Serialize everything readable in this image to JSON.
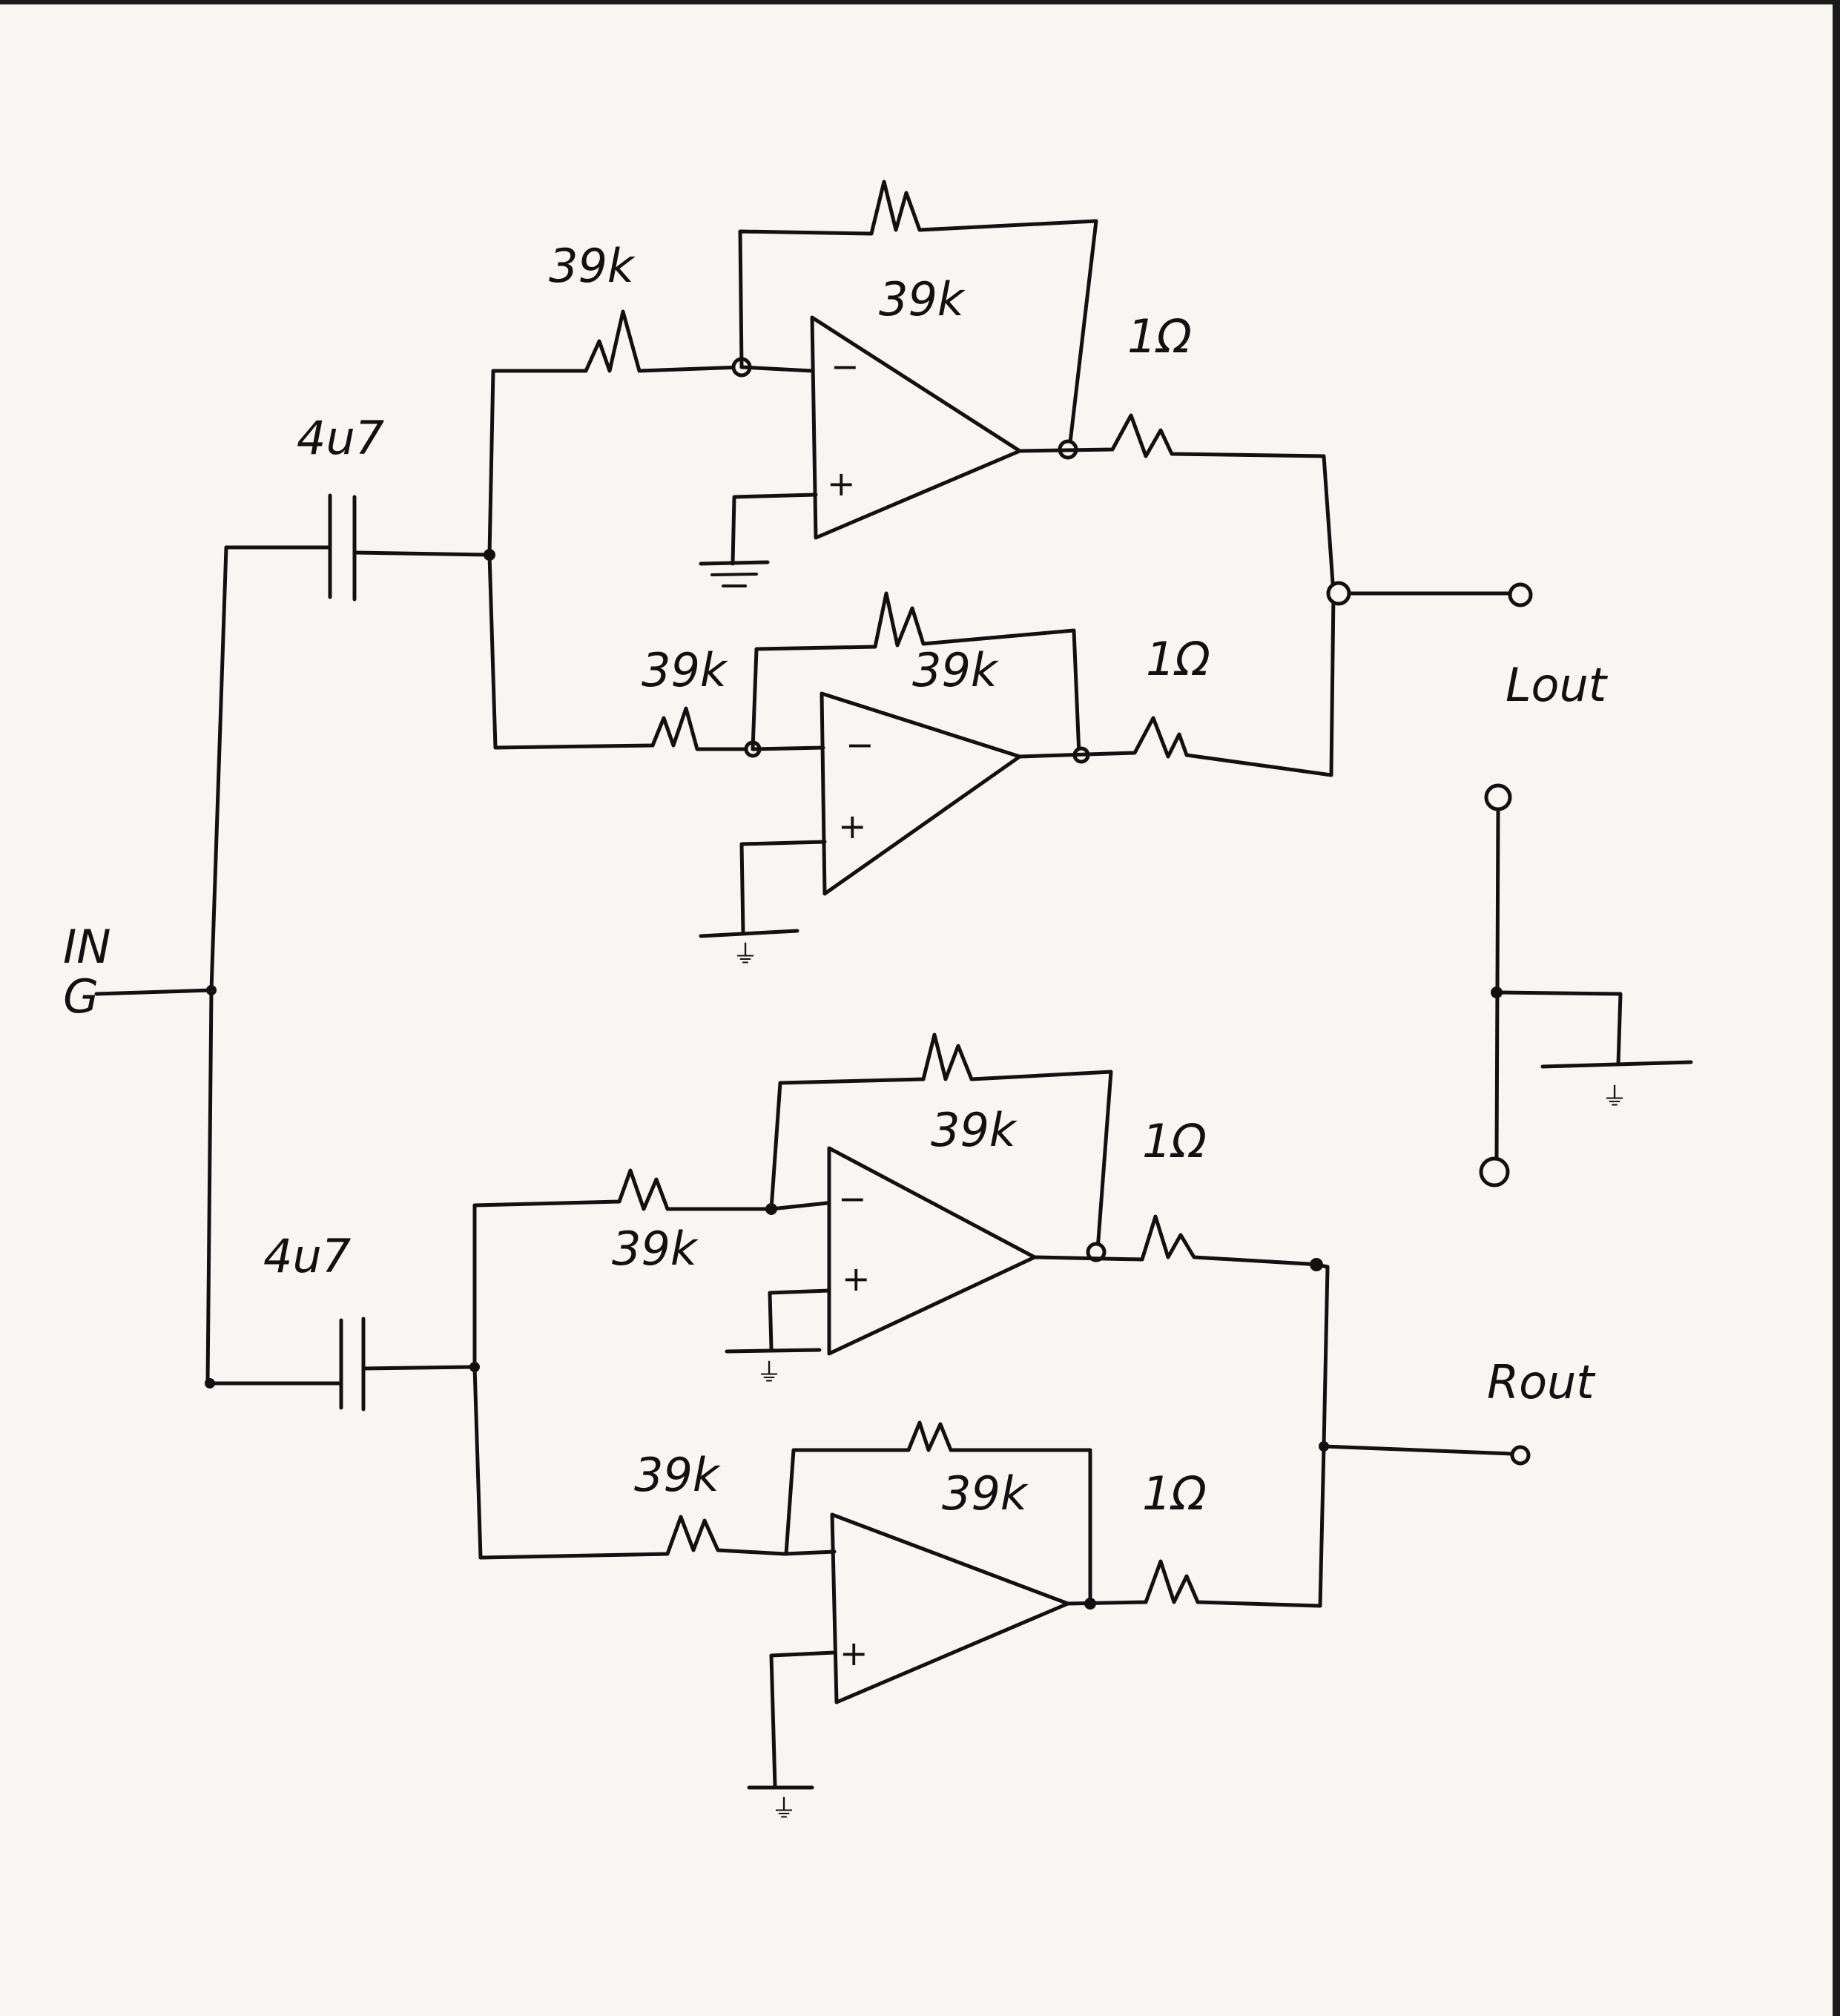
{
  "labels": {
    "input": "IN",
    "input_symbol": "G",
    "left_output": "Lout",
    "right_output": "Rout"
  },
  "components": {
    "cap_top": "4u7",
    "cap_bottom": "4u7",
    "amp1_rin": "39k",
    "amp1_rf": "39k",
    "amp1_rout": "1Ω",
    "amp2_rin": "39k",
    "amp2_rf": "39k",
    "amp2_rout": "1Ω",
    "amp3_rin": "39k",
    "amp3_rf": "39k",
    "amp3_rout": "1Ω",
    "amp4_rin": "39k",
    "amp4_rf": "39k",
    "amp4_rout": "1Ω"
  },
  "opamp_pins": {
    "inverting": "−",
    "non_inverting": "+"
  },
  "ground_mark": "⏚"
}
